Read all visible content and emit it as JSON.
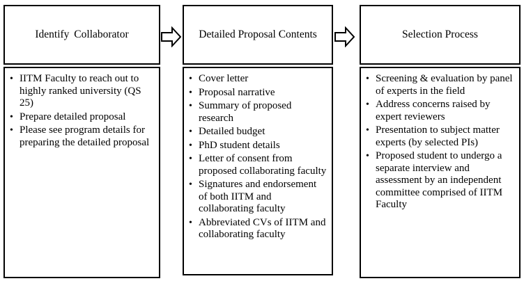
{
  "columns": [
    {
      "header": "Identify  Collaborator",
      "items": [
        "IITM  Faculty to reach out to highly ranked university (QS 25)",
        "Prepare detailed proposal",
        "Please see program details for preparing the detailed proposal"
      ]
    },
    {
      "header": "Detailed Proposal Contents",
      "items": [
        "Cover letter",
        "Proposal narrative",
        "Summary  of proposed research",
        "Detailed budget",
        "PhD student details",
        "Letter of consent  from proposed collaborating faculty",
        "Signatures and endorsement of both IITM  and collaborating faculty",
        "Abbreviated  CVs of IITM and collaborating faculty"
      ]
    },
    {
      "header": "Selection Process",
      "items": [
        "Screening  & evaluation by panel of experts in the field",
        "Address concerns raised by expert reviewers",
        "Presentation to subject matter experts (by selected PIs)",
        "Proposed student to undergo a separate interview and assessment by an independent committee comprised of IITM Faculty"
      ]
    }
  ],
  "bullet_glyph": "•"
}
